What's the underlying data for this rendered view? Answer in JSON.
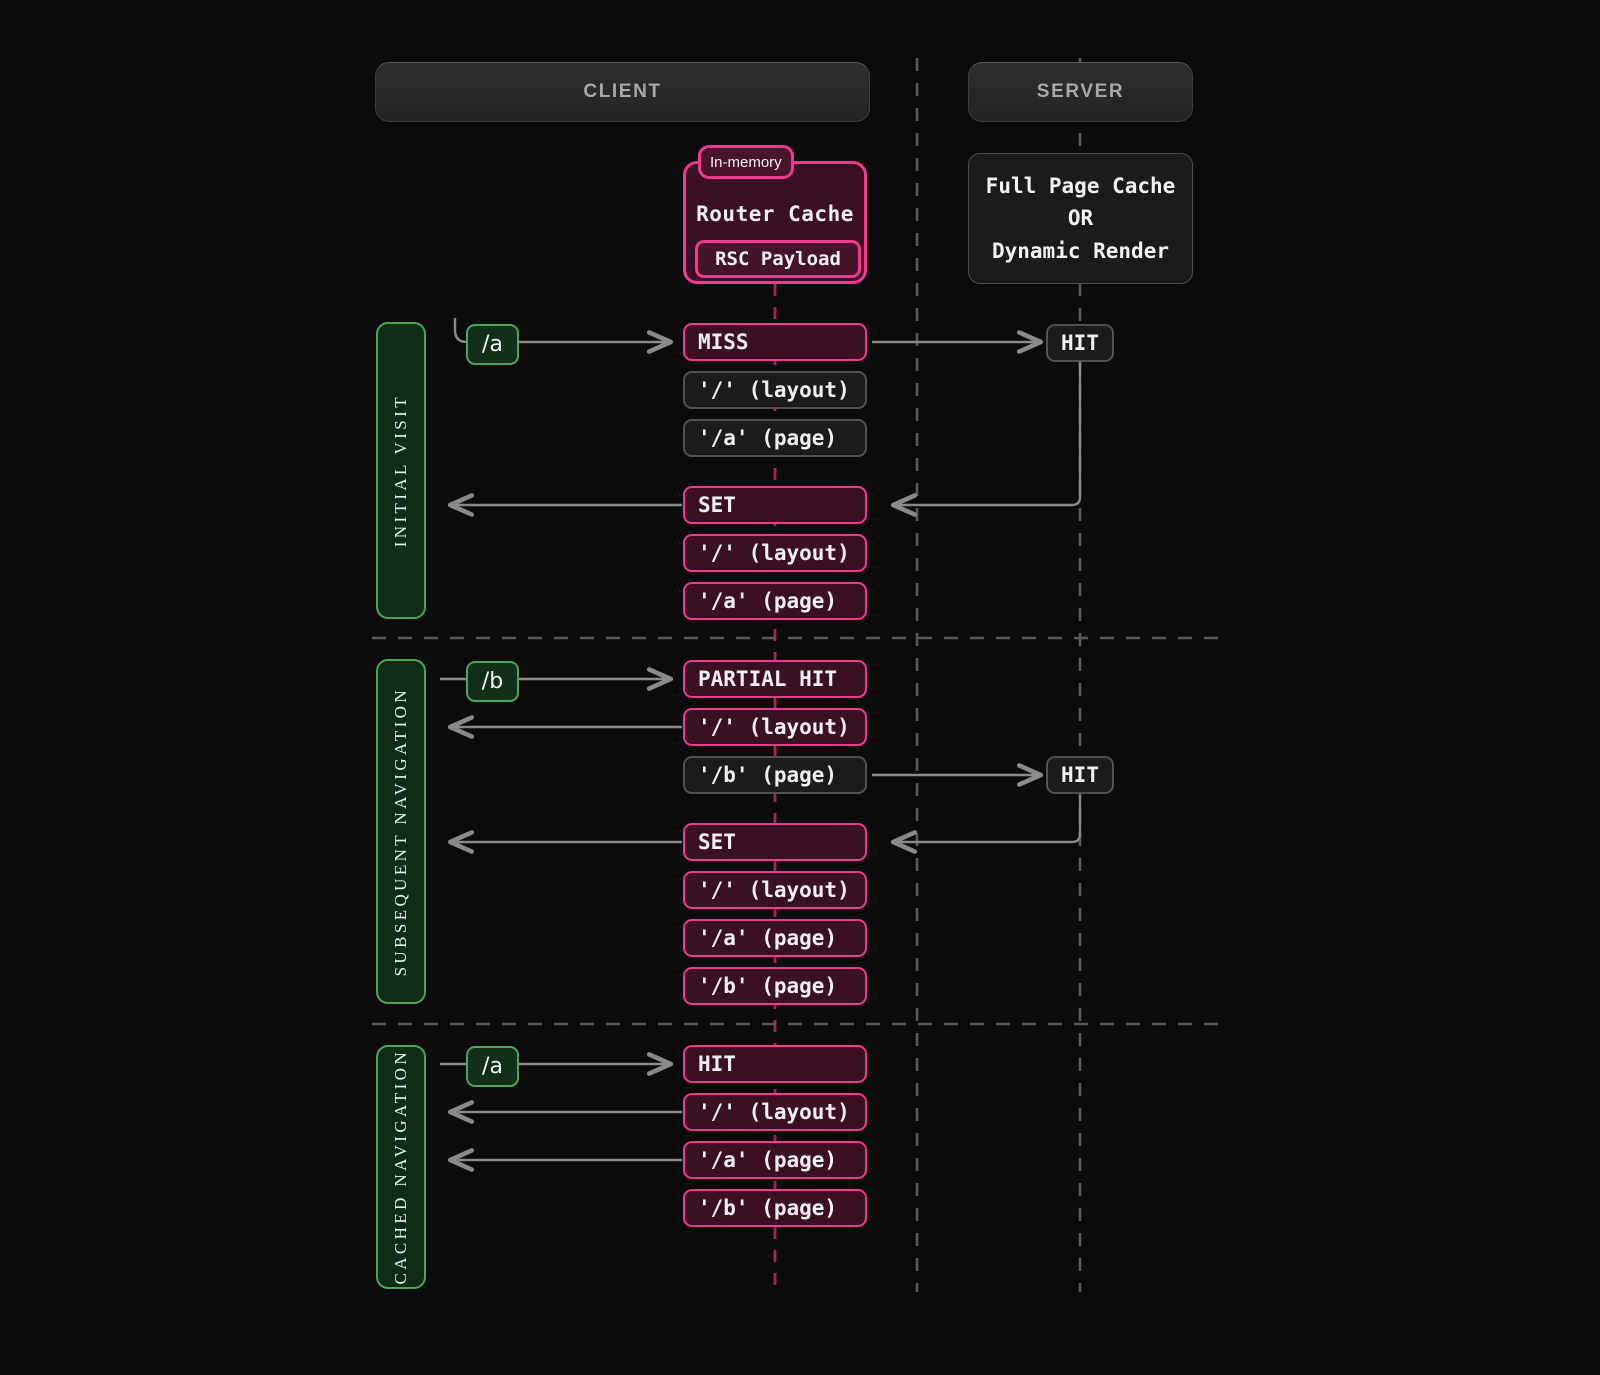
{
  "colors": {
    "background": "#0b0b0b",
    "pink_border": "#ef3a8e",
    "pink_fill": "#3b1024",
    "green_border": "#4aa757",
    "green_fill": "#102b18",
    "gray_border": "#525252",
    "gray_fill": "#1b1b1b",
    "arrow": "#8a8a8a",
    "header_text": "#a8a8a8"
  },
  "columns": {
    "client": "CLIENT",
    "server": "SERVER"
  },
  "router_cache": {
    "tag": "In-memory",
    "title": "Router Cache",
    "inner": "RSC Payload"
  },
  "server_block": {
    "line1": "Full Page Cache",
    "line2": "OR",
    "line3": "Dynamic Render"
  },
  "phases": [
    {
      "label": "INITIAL VISIT",
      "route": "/a"
    },
    {
      "label": "SUBSEQUENT NAVIGATION",
      "route": "/b"
    },
    {
      "label": "CACHED NAVIGATION",
      "route": "/a"
    }
  ],
  "section1": {
    "steps": [
      {
        "text": "MISS",
        "style": "pink"
      },
      {
        "text": "'/' (layout)",
        "style": "gray"
      },
      {
        "text": "'/a' (page)",
        "style": "gray"
      },
      {
        "text": "SET",
        "style": "pink"
      },
      {
        "text": "'/' (layout)",
        "style": "pink"
      },
      {
        "text": "'/a' (page)",
        "style": "pink"
      }
    ],
    "server_hit": "HIT"
  },
  "section2": {
    "steps": [
      {
        "text": "PARTIAL HIT",
        "style": "pink"
      },
      {
        "text": "'/' (layout)",
        "style": "pink"
      },
      {
        "text": "'/b' (page)",
        "style": "gray"
      },
      {
        "text": "SET",
        "style": "pink"
      },
      {
        "text": "'/' (layout)",
        "style": "pink"
      },
      {
        "text": "'/a' (page)",
        "style": "pink"
      },
      {
        "text": "'/b' (page)",
        "style": "pink"
      }
    ],
    "server_hit": "HIT"
  },
  "section3": {
    "steps": [
      {
        "text": "HIT",
        "style": "pink"
      },
      {
        "text": "'/' (layout)",
        "style": "pink"
      },
      {
        "text": "'/a' (page)",
        "style": "pink"
      },
      {
        "text": "'/b' (page)",
        "style": "pink"
      }
    ]
  }
}
